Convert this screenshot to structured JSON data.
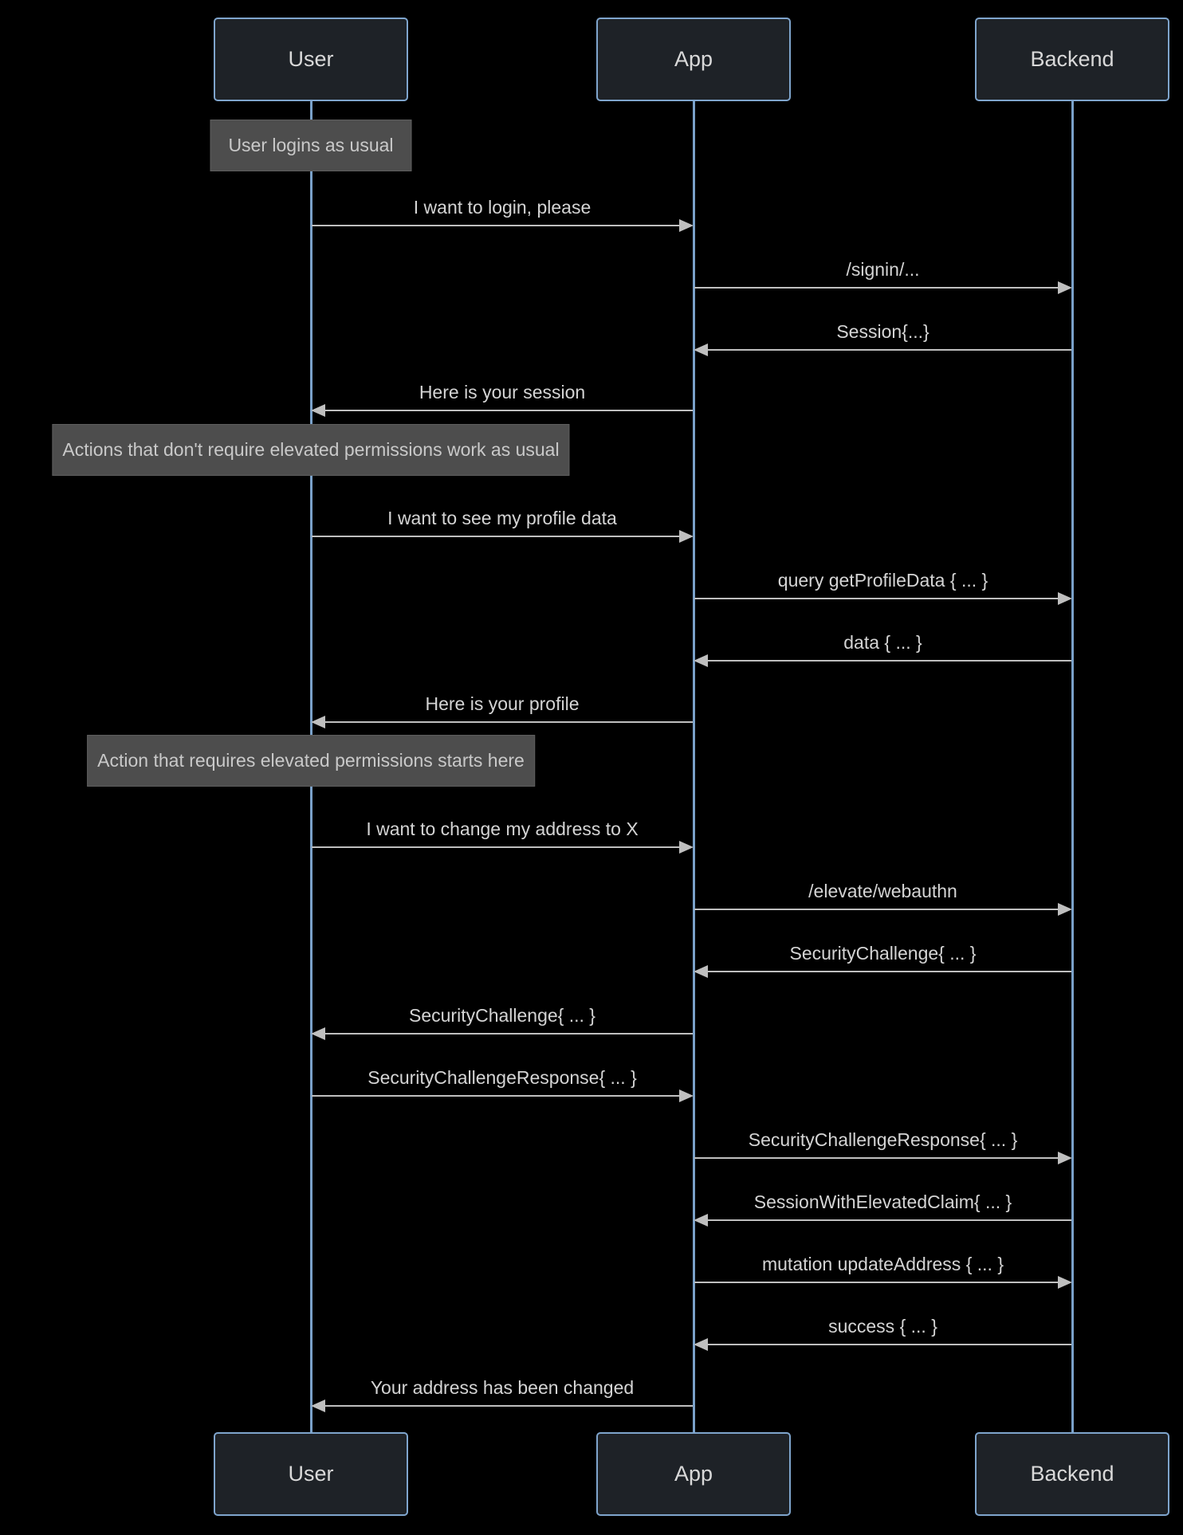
{
  "diagram": {
    "type": "sequence",
    "actors": [
      {
        "id": "user",
        "label": "User"
      },
      {
        "id": "app",
        "label": "App"
      },
      {
        "id": "backend",
        "label": "Backend"
      }
    ],
    "events": [
      {
        "kind": "note",
        "over": "user",
        "text": "User logins as usual"
      },
      {
        "kind": "message",
        "from": "user",
        "to": "app",
        "text": "I want to login, please"
      },
      {
        "kind": "message",
        "from": "app",
        "to": "backend",
        "text": "/signin/..."
      },
      {
        "kind": "message",
        "from": "backend",
        "to": "app",
        "text": "Session{...}"
      },
      {
        "kind": "message",
        "from": "app",
        "to": "user",
        "text": "Here is your session"
      },
      {
        "kind": "note",
        "over": "user",
        "text": "Actions that don't require elevated permissions work as usual"
      },
      {
        "kind": "message",
        "from": "user",
        "to": "app",
        "text": "I want to see my profile data"
      },
      {
        "kind": "message",
        "from": "app",
        "to": "backend",
        "text": "query getProfileData { ... }"
      },
      {
        "kind": "message",
        "from": "backend",
        "to": "app",
        "text": "data { ... }"
      },
      {
        "kind": "message",
        "from": "app",
        "to": "user",
        "text": "Here is your profile"
      },
      {
        "kind": "note",
        "over": "user",
        "text": "Action that requires elevated permissions starts here"
      },
      {
        "kind": "message",
        "from": "user",
        "to": "app",
        "text": "I want to change my address to X"
      },
      {
        "kind": "message",
        "from": "app",
        "to": "backend",
        "text": "/elevate/webauthn"
      },
      {
        "kind": "message",
        "from": "backend",
        "to": "app",
        "text": "SecurityChallenge{ ... }"
      },
      {
        "kind": "message",
        "from": "app",
        "to": "user",
        "text": "SecurityChallenge{ ... }"
      },
      {
        "kind": "message",
        "from": "user",
        "to": "app",
        "text": "SecurityChallengeResponse{ ... }"
      },
      {
        "kind": "message",
        "from": "app",
        "to": "backend",
        "text": "SecurityChallengeResponse{ ... }"
      },
      {
        "kind": "message",
        "from": "backend",
        "to": "app",
        "text": "SessionWithElevatedClaim{ ... }"
      },
      {
        "kind": "message",
        "from": "app",
        "to": "backend",
        "text": "mutation updateAddress { ... }"
      },
      {
        "kind": "message",
        "from": "backend",
        "to": "app",
        "text": "success { ... }"
      },
      {
        "kind": "message",
        "from": "app",
        "to": "user",
        "text": "Your address has been changed"
      }
    ],
    "colors": {
      "background": "#000000",
      "actor_fill": "#1e2227",
      "actor_border": "#7fa5cd",
      "actor_text": "#d9d9d9",
      "lifeline": "#7aa1c9",
      "note_fill": "#4d4d4d",
      "note_text": "#c9c9c9",
      "message_text": "#d4d4d4",
      "arrow": "#bfbfbf"
    }
  }
}
